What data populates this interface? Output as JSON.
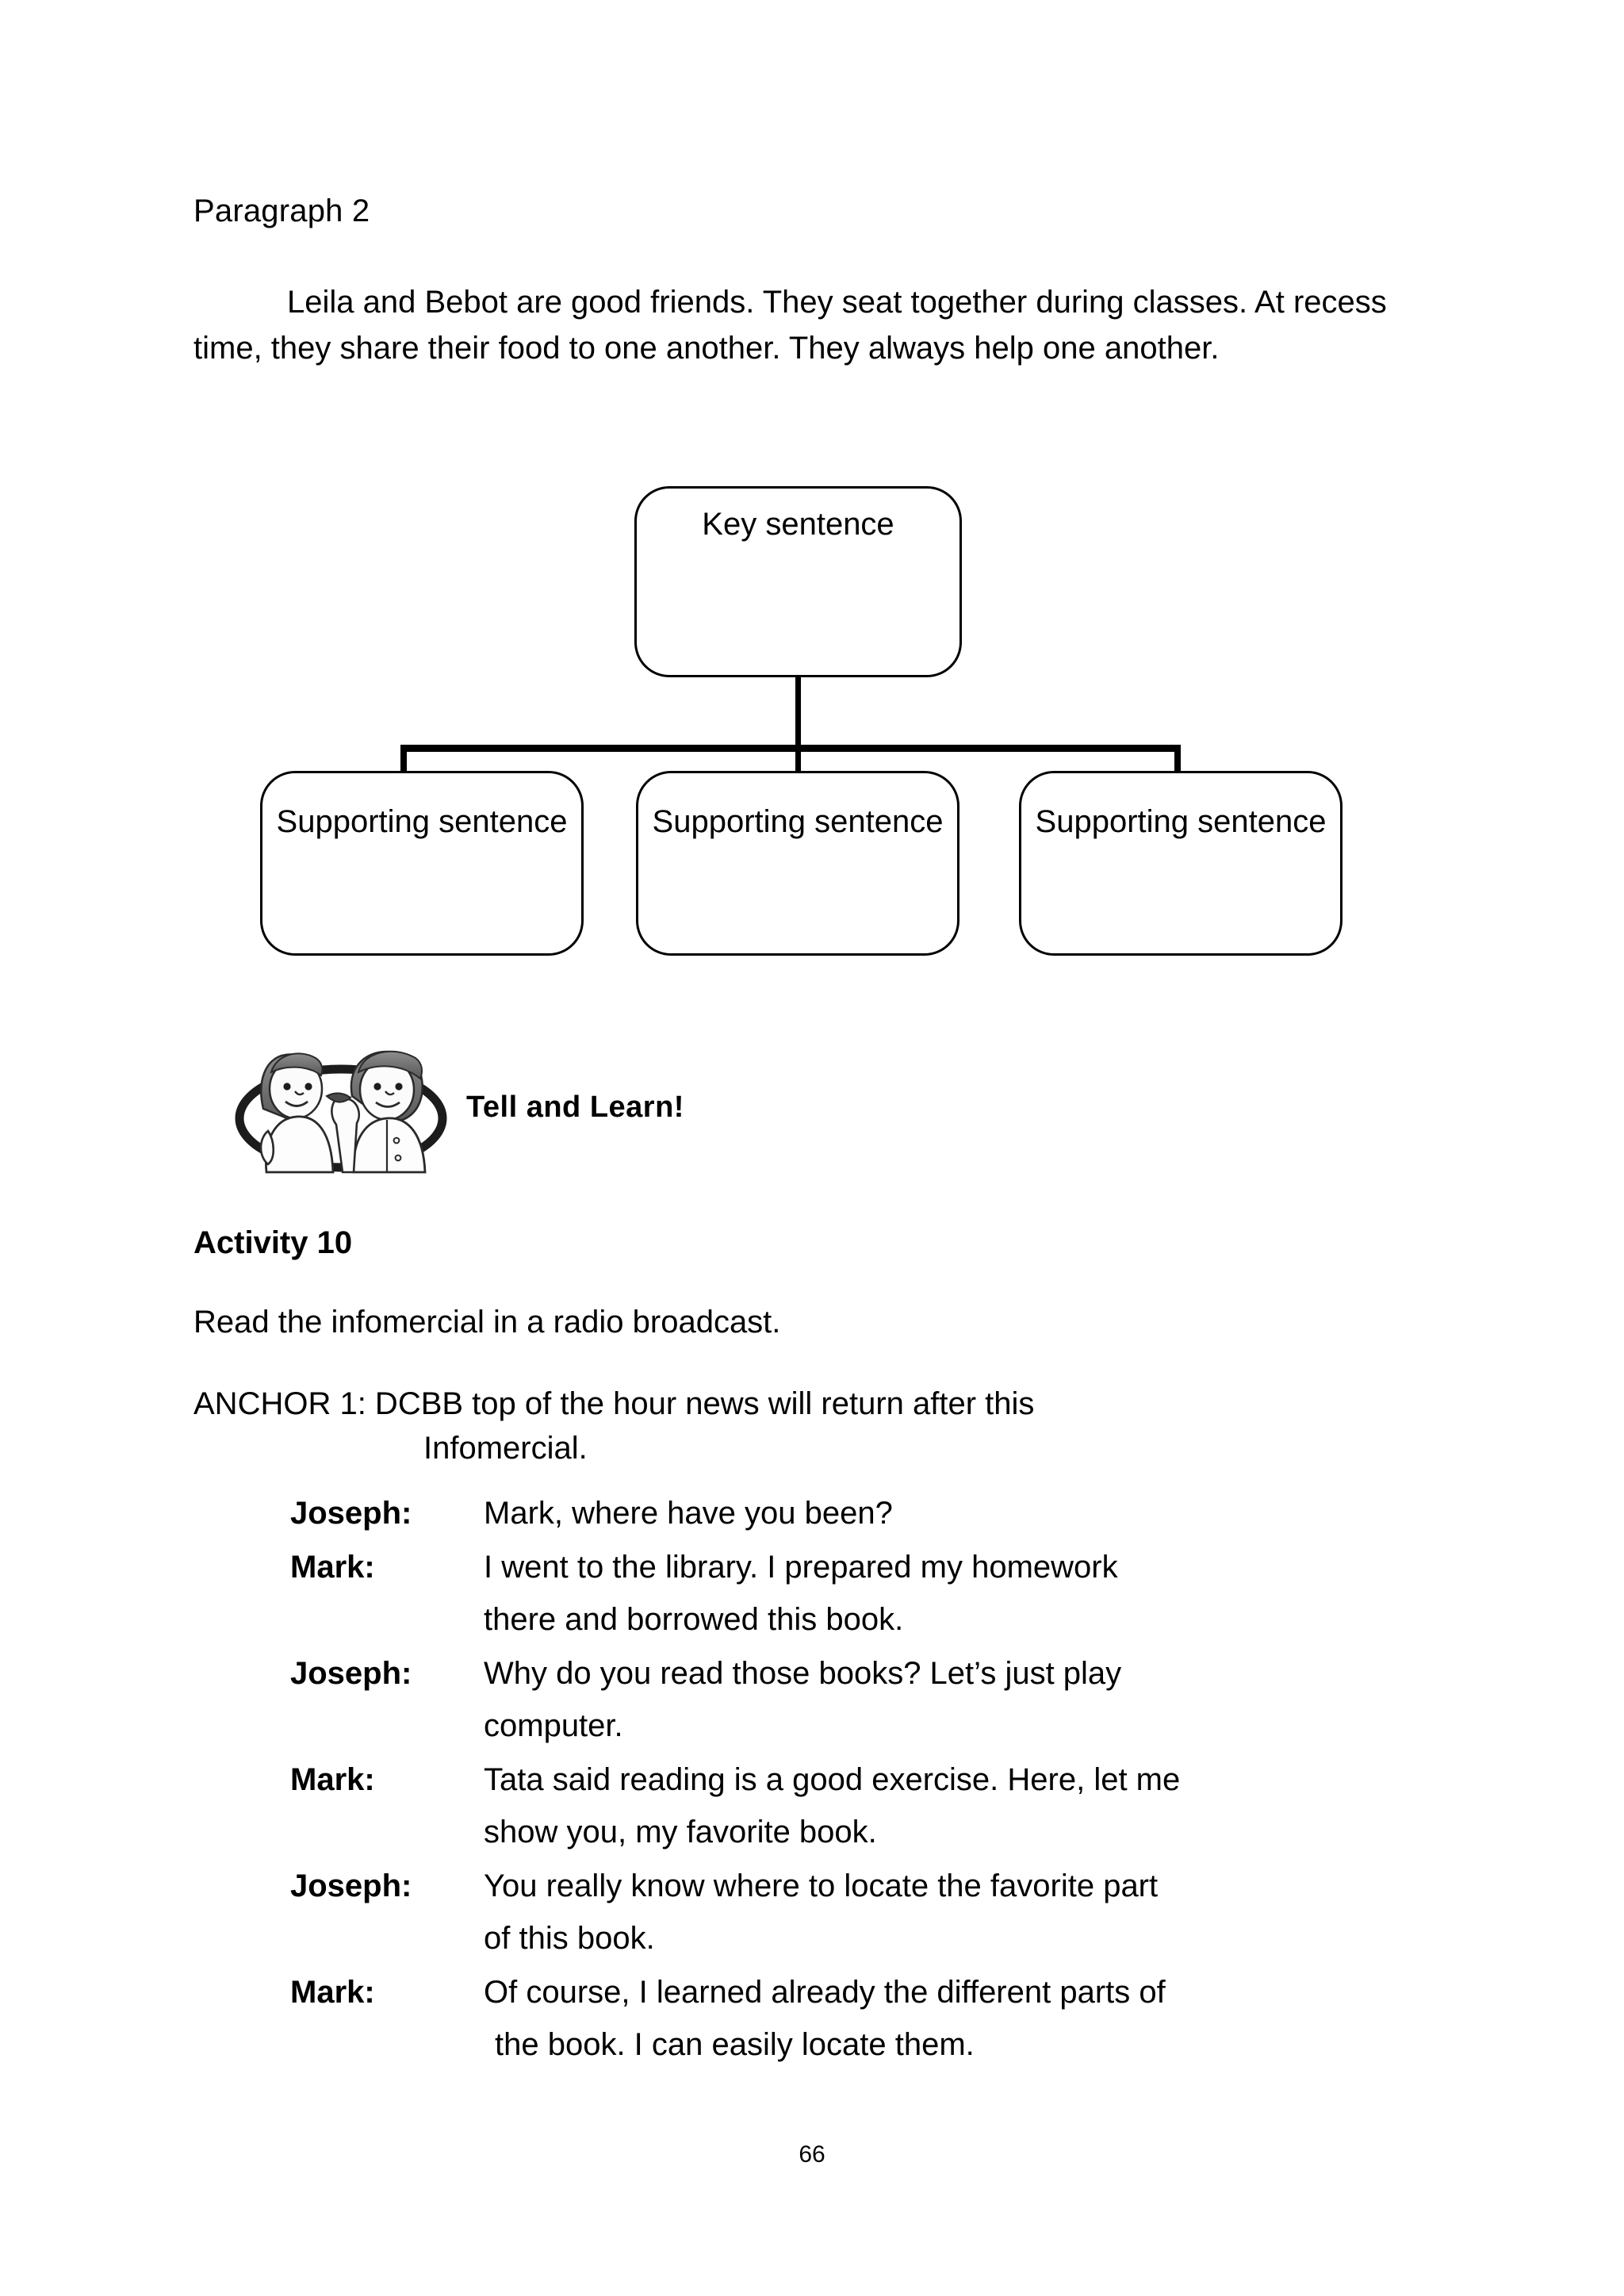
{
  "page": {
    "number": "66"
  },
  "paragraph_section": {
    "label": "Paragraph 2",
    "text": "Leila and Bebot are good friends. They seat together during classes. At recess time, they share their food to one another. They always help one another."
  },
  "diagram": {
    "type": "hierarchy",
    "key_node": {
      "label": "Key sentence"
    },
    "supporting_nodes": [
      {
        "label": "Supporting sentence"
      },
      {
        "label": "Supporting sentence"
      },
      {
        "label": "Supporting sentence"
      }
    ]
  },
  "tell_and_learn": {
    "icon": "two-children-illustration",
    "label": "Tell and Learn!"
  },
  "activity": {
    "heading": "Activity 10",
    "instruction": "Read the infomercial in a radio broadcast.",
    "anchor_line_1": "ANCHOR 1: DCBB top of the hour news will return after this",
    "anchor_line_2": "Infomercial."
  },
  "dialogue": [
    {
      "speaker": "Joseph:",
      "lines": [
        "Mark, where have you been?"
      ]
    },
    {
      "speaker": "Mark:",
      "lines": [
        "I went to the library. I prepared my homework",
        "there and borrowed this book."
      ]
    },
    {
      "speaker": "Joseph:",
      "lines": [
        "Why do you read those books? Let’s just play",
        "computer."
      ]
    },
    {
      "speaker": "Mark:",
      "lines": [
        "Tata said reading is a good exercise. Here, let me",
        "show you, my favorite book."
      ]
    },
    {
      "speaker": "Joseph:",
      "lines": [
        "You really know where to locate the favorite part",
        "of this book."
      ]
    },
    {
      "speaker": "Mark:",
      "lines": [
        "Of course, I learned already the different parts of",
        "the book. I can easily locate them."
      ]
    }
  ]
}
